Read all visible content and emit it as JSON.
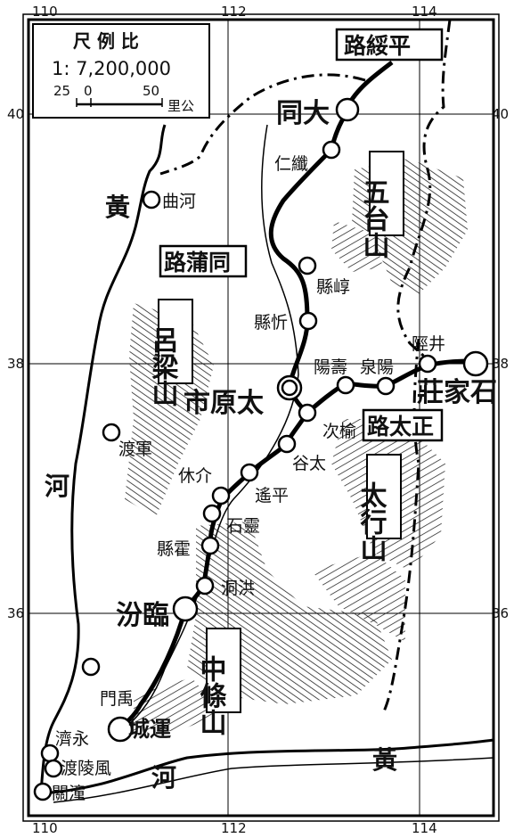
{
  "ticks": {
    "top": [
      "110",
      "112",
      "114"
    ],
    "bottom": [
      "110",
      "112",
      "114"
    ],
    "left": [
      "40",
      "38",
      "36"
    ],
    "right": [
      "40",
      "38",
      "36"
    ]
  },
  "scale": {
    "title": "尺 例 比",
    "ratio": "1: 7,200,000",
    "bar_labels": [
      "25",
      "0",
      "50"
    ],
    "unit": "里公"
  },
  "railways": {
    "pingsui": "路綏平",
    "tongpu": "路蒲同",
    "zhengtai": "路太正"
  },
  "mountains": {
    "wutai": "五台山",
    "luliang": "呂梁山",
    "taihang": "太行山",
    "zhongtiao": "中條山"
  },
  "rivers": {
    "huang_west": "黃",
    "he_west": "河",
    "he_south": "河",
    "huang_south": "黃"
  },
  "places": {
    "datong": "同大",
    "taiyuan": "市原太",
    "shijiazhuang": "莊家石",
    "linfen": "汾臨",
    "yuncheng": "城運",
    "yangquan": "泉陽",
    "niangziguan": "陘井",
    "shouyang": "陽壽",
    "yuci": "次榆",
    "taigu": "谷太",
    "pingyao": "遙平",
    "jiexiu": "休介",
    "lingshi": "石靈",
    "huoxian": "縣霍",
    "hongtong": "洞洪",
    "xinxian": "縣忻",
    "guoxian": "縣崞",
    "renyi": "仁纖",
    "hequ": "曲河",
    "junqu": "渡軍",
    "yumen": "門禹",
    "yongji": "濟永",
    "fenglingdu": "渡陵風",
    "tongguan": "關潼"
  }
}
